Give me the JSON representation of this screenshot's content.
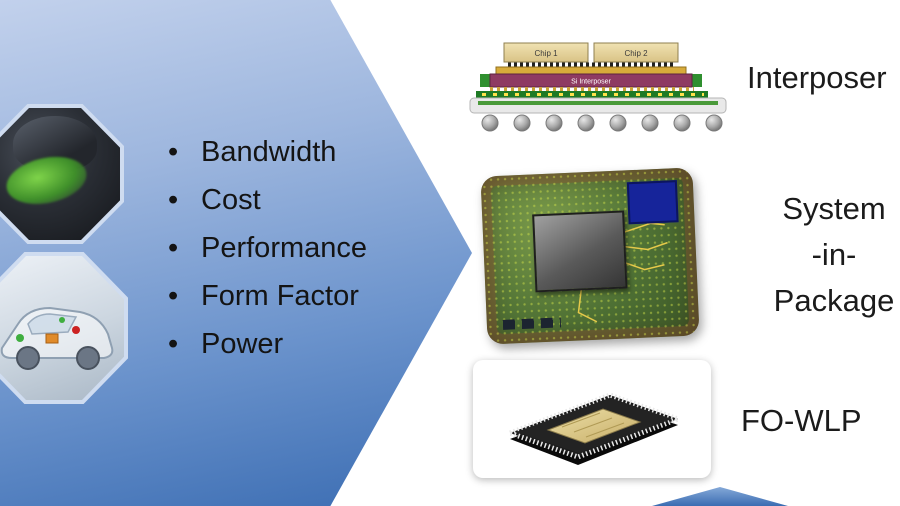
{
  "slide": {
    "bullets": [
      "Bandwidth",
      "Cost",
      "Performance",
      "Form Factor",
      "Power"
    ],
    "diagram": {
      "chip1": "Chip 1",
      "chip2": "Chip 2",
      "interposer": "Si Interposer"
    },
    "labels": {
      "interposer": "Interposer",
      "sip": [
        "System",
        "-in-",
        "Package"
      ],
      "fowlp": "FO-WLP"
    },
    "images": {
      "helmet": "pilot-helmet-photo",
      "car": "transparent-car-photo",
      "sip": "system-in-package-pcb-photo",
      "fowlp": "fan-out-wafer-level-package-photo"
    },
    "colors": {
      "arrow_light": "#c2d1ec",
      "arrow_dark": "#3a6cb2",
      "text": "#1b1b1b"
    }
  }
}
